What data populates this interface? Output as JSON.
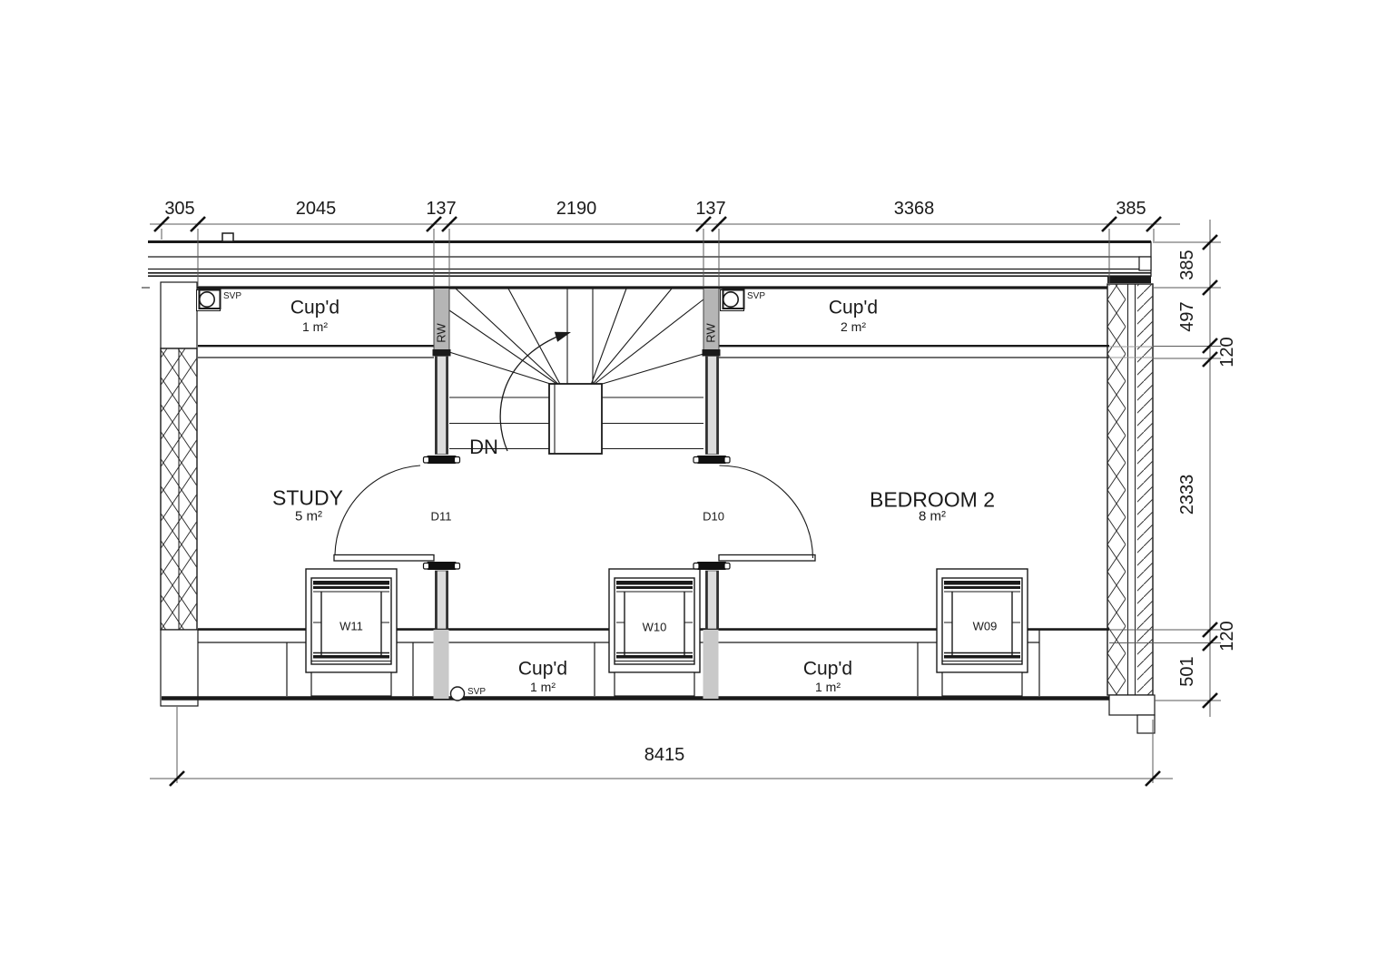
{
  "plan": {
    "dims_top": [
      "305",
      "2045",
      "137",
      "2190",
      "137",
      "3368",
      "385"
    ],
    "dims_right": [
      "385",
      "497",
      "120",
      "2333",
      "120",
      "501"
    ],
    "dim_bottom": "8415",
    "rooms": {
      "cupd_top_left": {
        "name": "Cup'd",
        "area": "1 m²"
      },
      "cupd_top_right": {
        "name": "Cup'd",
        "area": "2 m²"
      },
      "study": {
        "name": "STUDY",
        "area": "5 m²"
      },
      "bedroom2": {
        "name": "BEDROOM 2",
        "area": "8 m²"
      },
      "cupd_bottom_left": {
        "name": "Cup'd",
        "area": "1 m²"
      },
      "cupd_bottom_right": {
        "name": "Cup'd",
        "area": "1 m²"
      }
    },
    "stair": {
      "down_label": "DN"
    },
    "doors": {
      "d11": "D11",
      "d10": "D10"
    },
    "windows": {
      "w11": "W11",
      "w10": "W10",
      "w09": "W09"
    },
    "wall_tags": {
      "rw_left": "RW",
      "rw_right": "RW"
    },
    "svp": {
      "top_left": "SVP",
      "top_right": "SVP",
      "bottom": "SVP"
    },
    "colors": {
      "line": "#1a1a1a",
      "wall_gray": "#b5b5b5",
      "panel_gray": "#dddddd",
      "column_gray": "#c9c9c9",
      "dim_line": "#5a5a5a"
    }
  }
}
